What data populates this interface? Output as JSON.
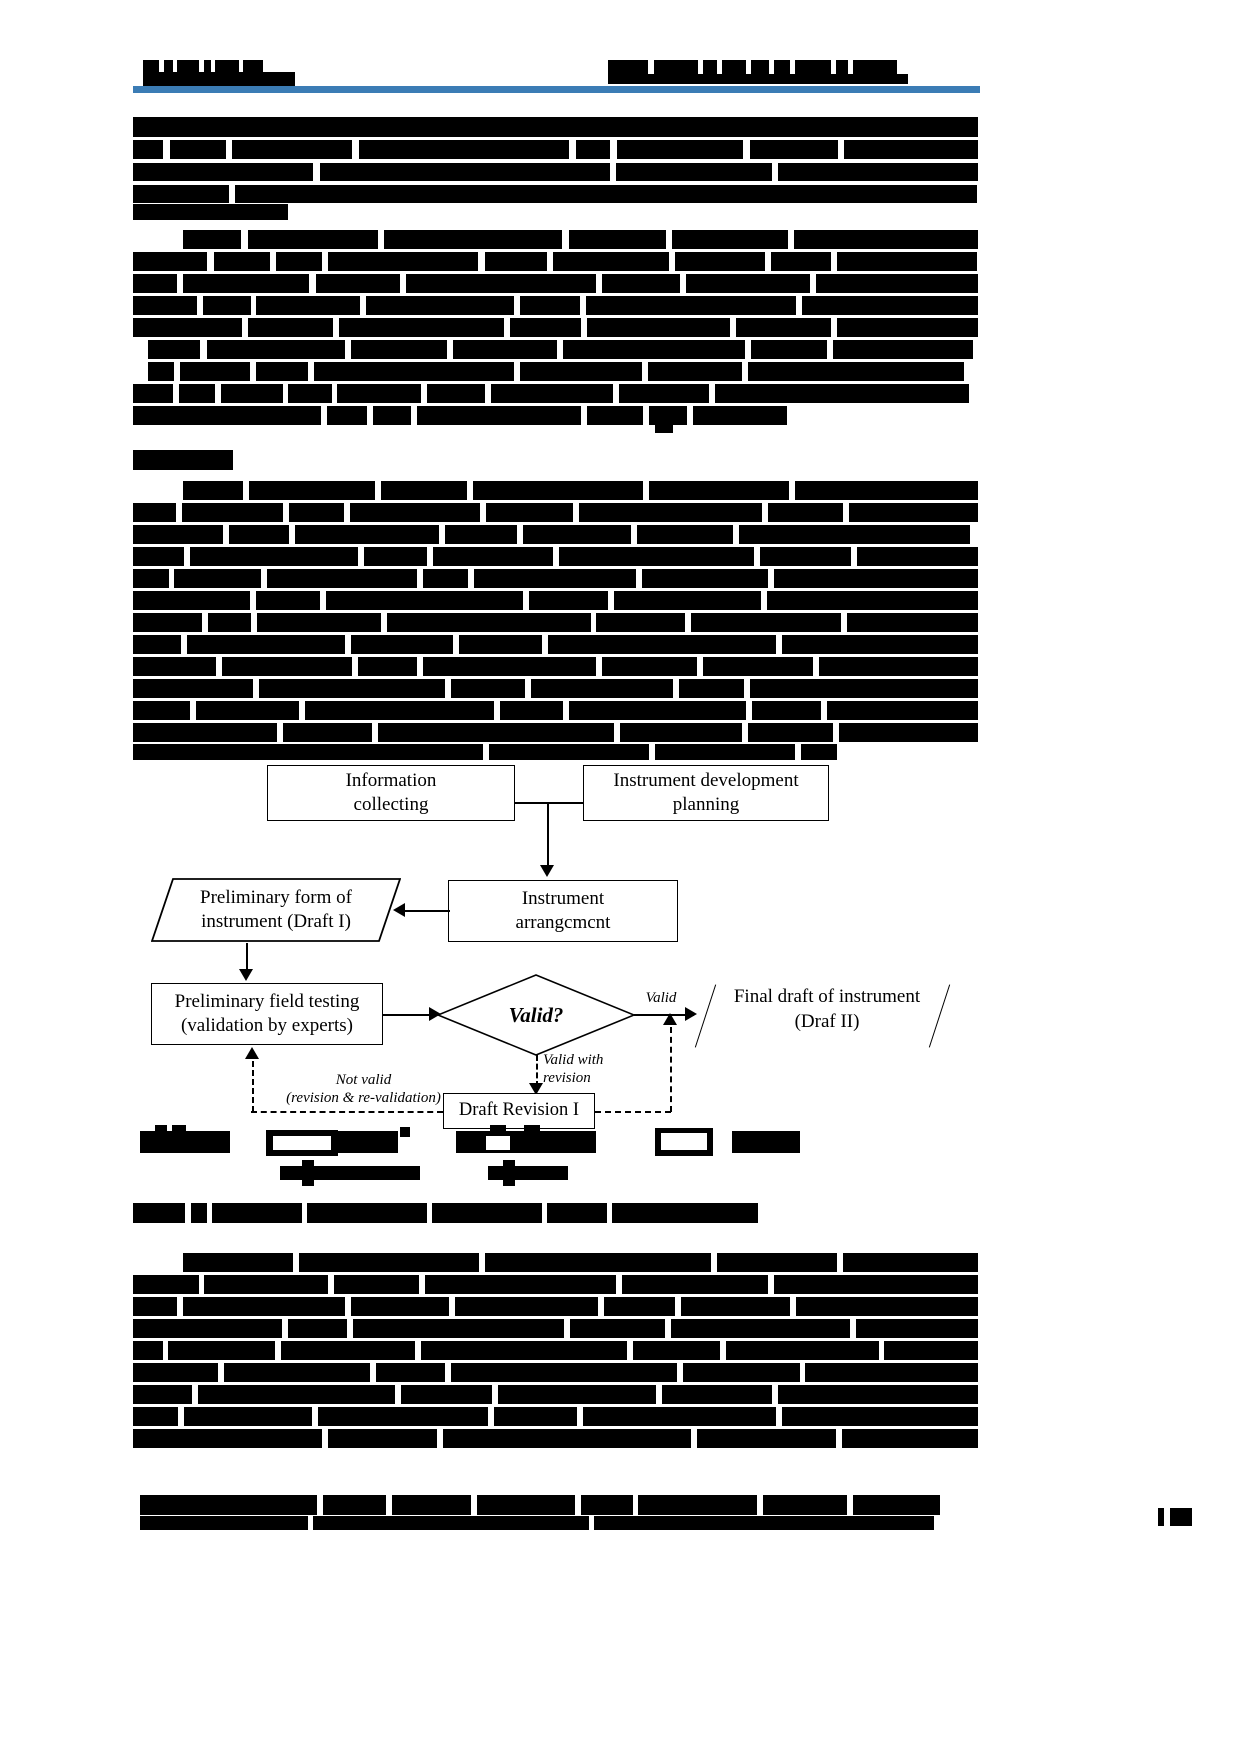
{
  "document": {
    "kind": "academic-journal-page",
    "redacted": true,
    "accent_color": "#3b7cb5",
    "text_color": "#000000",
    "background_color": "#ffffff"
  },
  "header": {
    "left_title": "",
    "right_title": "",
    "rule_color": "#3b7cb5"
  },
  "figure": {
    "caption": "",
    "legend_row": "",
    "nodes": {
      "information_collecting": "Information\ncollecting",
      "information_collecting_line1": "Information",
      "information_collecting_line2": "collecting",
      "instrument_development_planning_line1": "Instrument development",
      "instrument_development_planning_line2": "planning",
      "preliminary_form_line1": "Preliminary form of",
      "preliminary_form_line2": "instrument (Draft I)",
      "instrument_arrangement_line1": "Instrument",
      "instrument_arrangement_line2": "arrangcmcnt",
      "preliminary_field_testing_line1": "Preliminary field testing",
      "preliminary_field_testing_line2": "(validation by experts)",
      "decision": "Valid?",
      "final_draft_line1": "Final draft of instrument",
      "final_draft_line2": "(Draf II)",
      "draft_revision": "Draft Revision I"
    },
    "edge_labels": {
      "valid": "Valid",
      "valid_with_revision_line1": "Valid with",
      "valid_with_revision_line2": "revision",
      "not_valid_line1": "Not valid",
      "not_valid_line2": "(revision & re-validation)"
    }
  },
  "footer": {
    "page_number": ""
  }
}
